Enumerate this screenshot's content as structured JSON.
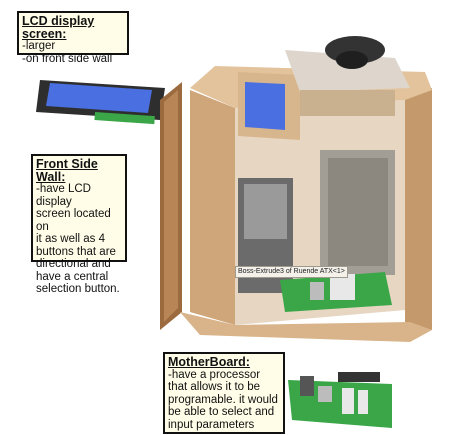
{
  "callouts": {
    "lcd": {
      "heading": "LCD display screen:",
      "lines": [
        "-larger",
        "-on front side wall"
      ]
    },
    "front_wall": {
      "heading": "Front Side Wall:",
      "lines": [
        "-have LCD display",
        "screen located on",
        "it as well as 4",
        "buttons that are",
        "directional and",
        "have a central",
        "selection button."
      ]
    },
    "motherboard": {
      "heading": "MotherBoard:",
      "lines": [
        "-have a processor",
        "that allows it to be",
        "programable. it would",
        "be able to select and",
        "input parameters"
      ]
    }
  },
  "tooltip": "Boss-Extrude3 of Ruende ATX<1>",
  "colors": {
    "wood": "#d9b48a",
    "wood_dark": "#a9784c",
    "lcd_blue": "#4a6fe0",
    "pcb_green": "#3aa648",
    "heatsink": "#a39e95",
    "callout_bg": "#fffde7"
  }
}
